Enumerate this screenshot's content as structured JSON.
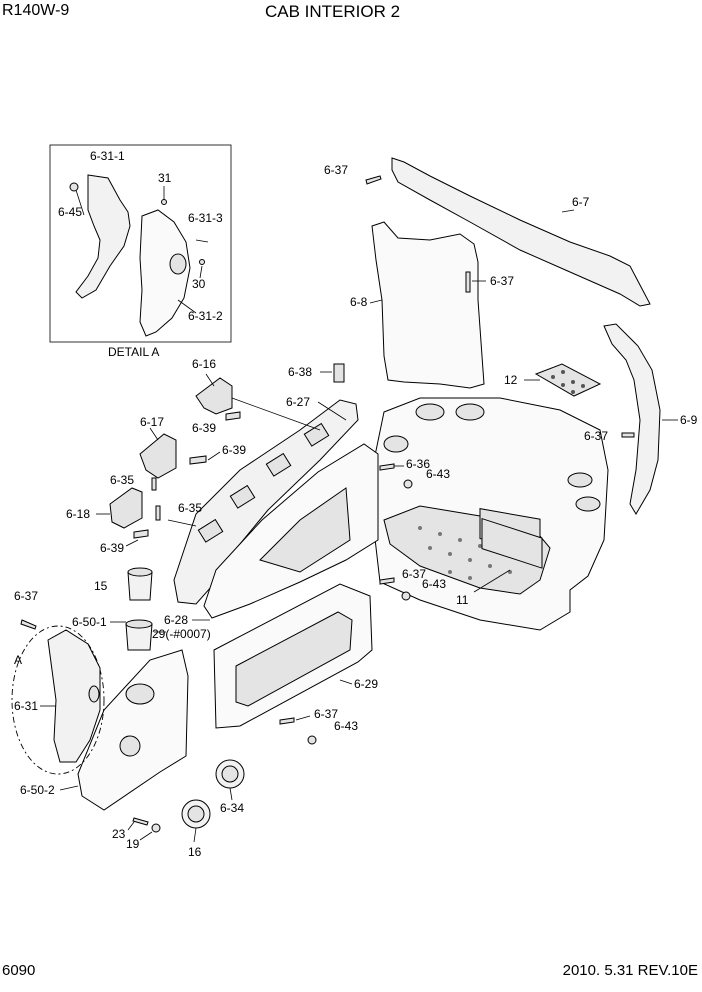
{
  "header": {
    "model": "R140W-9",
    "title": "CAB INTERIOR 2"
  },
  "footer": {
    "page": "6090",
    "revision": "2010. 5.31 REV.10E"
  },
  "detail": {
    "caption": "DETAIL A",
    "labels": [
      "6-31-1",
      "31",
      "6-45",
      "6-31-3",
      "30",
      "6-31-2"
    ]
  },
  "callouts": {
    "c6_37_top": "6-37",
    "c6_7": "6-7",
    "c6_37_mid": "6-37",
    "c6_8": "6-8",
    "c6_9": "6-9",
    "c12": "12",
    "c6_37_right": "6-37",
    "c6_16": "6-16",
    "c6_38": "6-38",
    "c6_27": "6-27",
    "c6_39_a": "6-39",
    "c6_17": "6-17",
    "c6_39_b": "6-39",
    "c6_36": "6-36",
    "c6_43_a": "6-43",
    "c6_35_a": "6-35",
    "c6_18": "6-18",
    "c6_35_b": "6-35",
    "c6_39_c": "6-39",
    "c15": "15",
    "c6_37_d": "6-37",
    "c6_43_b": "6-43",
    "c11": "11",
    "c6_37_left": "6-37",
    "c6_50_1": "6-50-1",
    "c6_28": "6-28",
    "c29": "29(-#0007)",
    "cA": "A",
    "c6_31": "6-31",
    "c6_29": "6-29",
    "c6_37_e": "6-37",
    "c6_43_c": "6-43",
    "c6_50_2": "6-50-2",
    "c6_34": "6-34",
    "c23": "23",
    "c19": "19",
    "c16": "16"
  }
}
